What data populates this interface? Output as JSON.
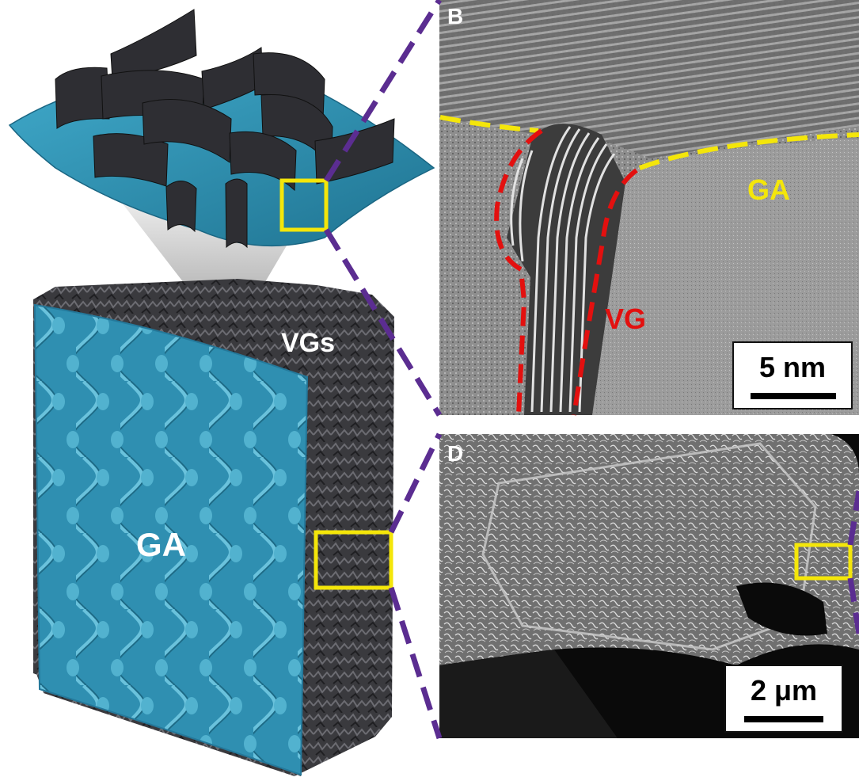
{
  "schematic": {
    "labels": {
      "vgs": "VGs",
      "ga": "GA"
    }
  },
  "panel_b": {
    "letter": "B",
    "labels": {
      "ga": "GA",
      "vg": "VG"
    },
    "scale_bar": "5 nm"
  },
  "panel_d": {
    "letter": "D",
    "scale_bar": "2 μm"
  },
  "colors": {
    "highlight_box": "#f4e60a",
    "connector": "#5b2d91",
    "ga_boundary": "#f4e60a",
    "vg_boundary": "#e3100f",
    "ga_surface": "#2e91b3",
    "vg_sheets": "#2f2f33"
  }
}
